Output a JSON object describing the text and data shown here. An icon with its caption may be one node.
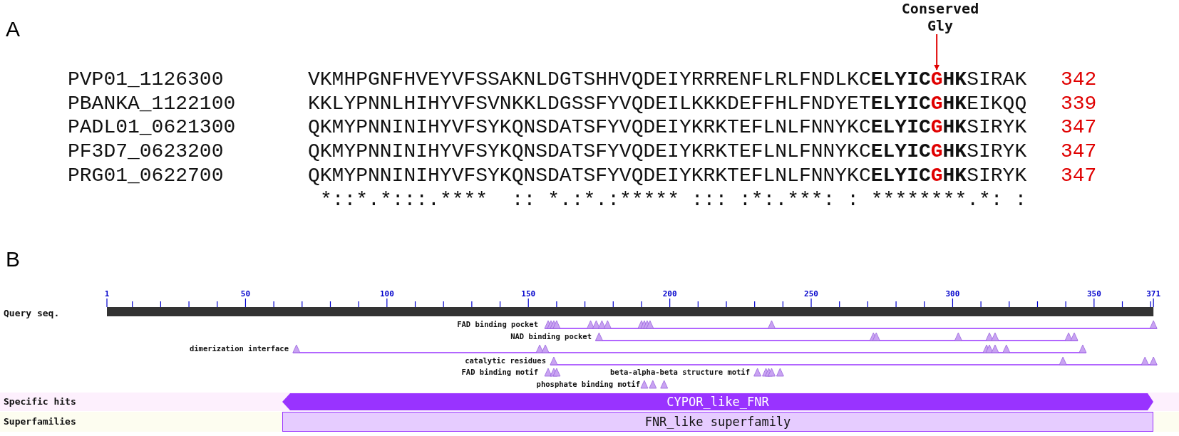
{
  "diagram": {
    "nodes": [
      {
        "text": [
          "Conserved Gly"
        ]
      },
      {
        "text": [
          "Specific hits"
        ]
      },
      {
        "text": [
          "CYPOR_like_FNR"
        ],
        "in": 1
      },
      {
        "text": [
          "Superfamilies"
        ]
      },
      {
        "text": [
          "FNR_like superfamily"
        ],
        "in": 3
      },
      {
        "text": [],
        "shape": "box"
      }
    ],
    "edges": [
      {
        "from": 0,
        "to": 5,
        "arrow": "to"
      }
    ],
    "labels": [
      "A",
      "PVP01_1126300",
      "VKMHPGNFHVEYVFSSAKNLDGTSHHVQDEIYRRRENFLRLFNDLKC**ELYICGHK**SIRAK",
      "342",
      "PBANKA_1122100",
      "KKLYPNNLHIHYVFSVNKKLDGSSFYVQDEILKKKDEFFHLFNDYET**ELYICGHK**EIKQQ",
      "339",
      "PADL01_0621300",
      "QKMYPNNINIHYVFSYKQNSDATSFYVQDEIYKRKTEFLNLFNNYKC**ELYICGHK**SIRYK",
      "347",
      "PF3D7_0623200",
      "QKMYPNNINIHYVFSYKQNSDATSFYVQDEIYKRKTEFLNLFNNYKC**ELYICGHK**SIRYK",
      "347",
      "PRG01_0622700",
      "QKMYPNNINIHYVFSYKQNSDATSFYVQDEIYKRKTEFLNLFNNYKC**ELYICGHK**SIRYK",
      "347",
      "*::*.*:::.****  :: *.:*.:***** ::: :*:.***: : ********.*: :",
      "B",
      "1",
      "50",
      "100",
      "150",
      "200",
      "250",
      "300",
      "350",
      "371",
      "Query seq.",
      "FAD binding pocket",
      "NAD binding pocket",
      "dimerization interface",
      "catalytic residues",
      "FAD binding motif",
      "beta-alpha-beta structure motif",
      "phosphate binding motif"
    ]
  }
}
